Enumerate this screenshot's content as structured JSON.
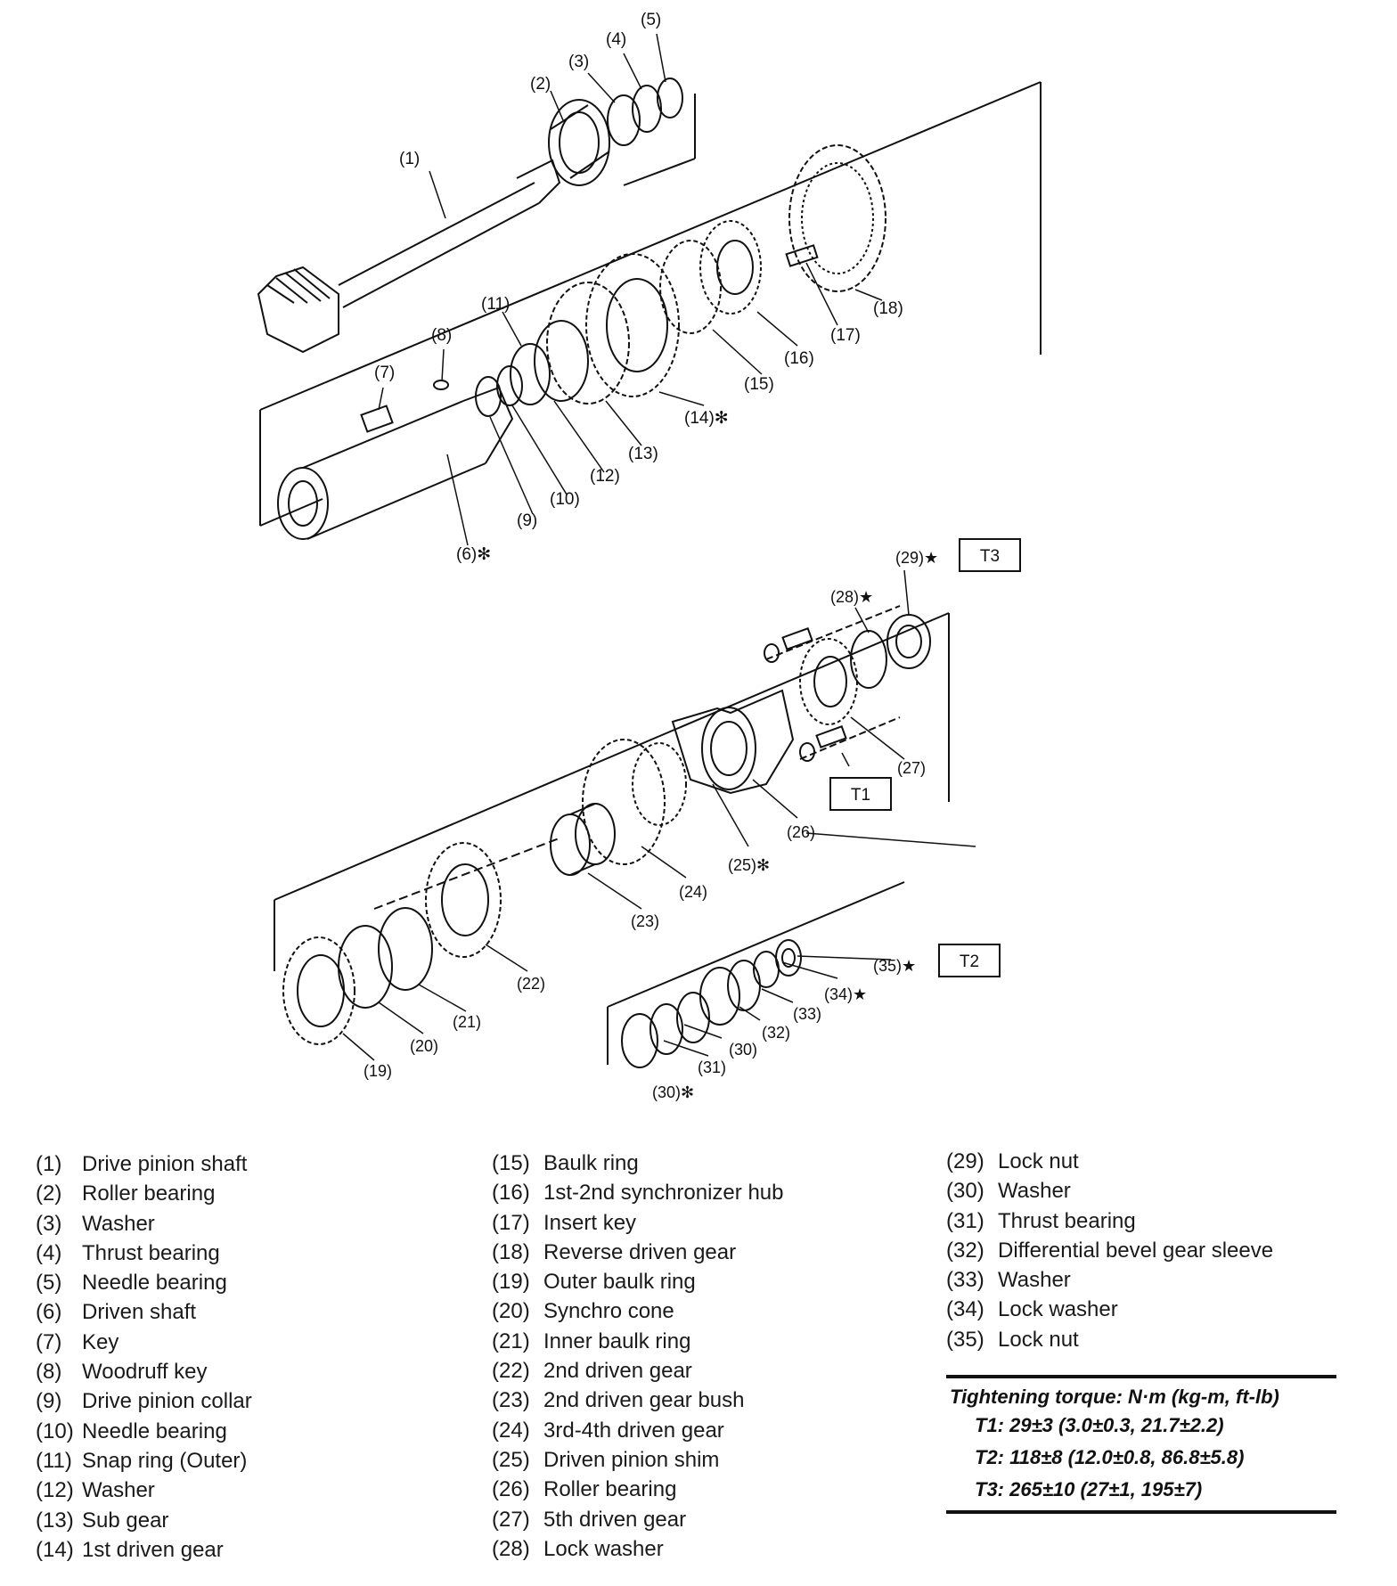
{
  "callouts": [
    {
      "id": "c1",
      "text": "(1)"
    },
    {
      "id": "c2",
      "text": "(2)"
    },
    {
      "id": "c3",
      "text": "(3)"
    },
    {
      "id": "c4",
      "text": "(4)"
    },
    {
      "id": "c5",
      "text": "(5)"
    },
    {
      "id": "c6",
      "text": "(6)✻"
    },
    {
      "id": "c7",
      "text": "(7)"
    },
    {
      "id": "c8",
      "text": "(8)"
    },
    {
      "id": "c9",
      "text": "(9)"
    },
    {
      "id": "c10",
      "text": "(10)"
    },
    {
      "id": "c11",
      "text": "(11)"
    },
    {
      "id": "c12",
      "text": "(12)"
    },
    {
      "id": "c13",
      "text": "(13)"
    },
    {
      "id": "c14",
      "text": "(14)✻"
    },
    {
      "id": "c15",
      "text": "(15)"
    },
    {
      "id": "c16",
      "text": "(16)"
    },
    {
      "id": "c17",
      "text": "(17)"
    },
    {
      "id": "c18",
      "text": "(18)"
    },
    {
      "id": "c19",
      "text": "(19)"
    },
    {
      "id": "c20",
      "text": "(20)"
    },
    {
      "id": "c21",
      "text": "(21)"
    },
    {
      "id": "c22",
      "text": "(22)"
    },
    {
      "id": "c23",
      "text": "(23)"
    },
    {
      "id": "c24",
      "text": "(24)"
    },
    {
      "id": "c25",
      "text": "(25)✻"
    },
    {
      "id": "c26",
      "text": "(26)"
    },
    {
      "id": "c27",
      "text": "(27)"
    },
    {
      "id": "c28",
      "text": "(28)★"
    },
    {
      "id": "c29",
      "text": "(29)★"
    },
    {
      "id": "c30a",
      "text": "(30)"
    },
    {
      "id": "c30b",
      "text": "(30)✻"
    },
    {
      "id": "c31",
      "text": "(31)"
    },
    {
      "id": "c32",
      "text": "(32)"
    },
    {
      "id": "c33",
      "text": "(33)"
    },
    {
      "id": "c34",
      "text": "(34)★"
    },
    {
      "id": "c35",
      "text": "(35)★"
    }
  ],
  "torque_boxes": [
    "T1",
    "T2",
    "T3"
  ],
  "parts_col1": [
    {
      "num": "(1)",
      "name": "Drive pinion shaft"
    },
    {
      "num": "(2)",
      "name": "Roller bearing"
    },
    {
      "num": "(3)",
      "name": "Washer"
    },
    {
      "num": "(4)",
      "name": "Thrust bearing"
    },
    {
      "num": "(5)",
      "name": "Needle bearing"
    },
    {
      "num": "(6)",
      "name": "Driven shaft"
    },
    {
      "num": "(7)",
      "name": "Key"
    },
    {
      "num": "(8)",
      "name": "Woodruff key"
    },
    {
      "num": "(9)",
      "name": "Drive pinion collar"
    },
    {
      "num": "(10)",
      "name": "Needle bearing"
    },
    {
      "num": "(11)",
      "name": "Snap ring (Outer)"
    },
    {
      "num": "(12)",
      "name": "Washer"
    },
    {
      "num": "(13)",
      "name": "Sub gear"
    },
    {
      "num": "(14)",
      "name": "1st driven gear"
    }
  ],
  "parts_col2": [
    {
      "num": "(15)",
      "name": "Baulk ring"
    },
    {
      "num": "(16)",
      "name": "1st-2nd synchronizer hub"
    },
    {
      "num": "(17)",
      "name": "Insert key"
    },
    {
      "num": "(18)",
      "name": "Reverse driven gear"
    },
    {
      "num": "(19)",
      "name": "Outer baulk ring"
    },
    {
      "num": "(20)",
      "name": "Synchro cone"
    },
    {
      "num": "(21)",
      "name": "Inner baulk ring"
    },
    {
      "num": "(22)",
      "name": "2nd driven gear"
    },
    {
      "num": "(23)",
      "name": "2nd driven gear bush"
    },
    {
      "num": "(24)",
      "name": "3rd-4th driven gear"
    },
    {
      "num": "(25)",
      "name": "Driven pinion shim"
    },
    {
      "num": "(26)",
      "name": "Roller bearing"
    },
    {
      "num": "(27)",
      "name": "5th driven gear"
    },
    {
      "num": "(28)",
      "name": "Lock washer"
    }
  ],
  "parts_col3": [
    {
      "num": "(29)",
      "name": "Lock nut"
    },
    {
      "num": "(30)",
      "name": "Washer"
    },
    {
      "num": "(31)",
      "name": "Thrust bearing"
    },
    {
      "num": "(32)",
      "name": "Differential bevel gear sleeve"
    },
    {
      "num": "(33)",
      "name": "Washer"
    },
    {
      "num": "(34)",
      "name": "Lock washer"
    },
    {
      "num": "(35)",
      "name": "Lock nut"
    }
  ],
  "torque": {
    "title": "Tightening torque: N·m (kg-m, ft-lb)",
    "t1": "T1: 29±3 (3.0±0.3, 21.7±2.2)",
    "t2": "T2: 118±8 (12.0±0.8, 86.8±5.8)",
    "t3": "T3: 265±10 (27±1, 195±7)"
  }
}
